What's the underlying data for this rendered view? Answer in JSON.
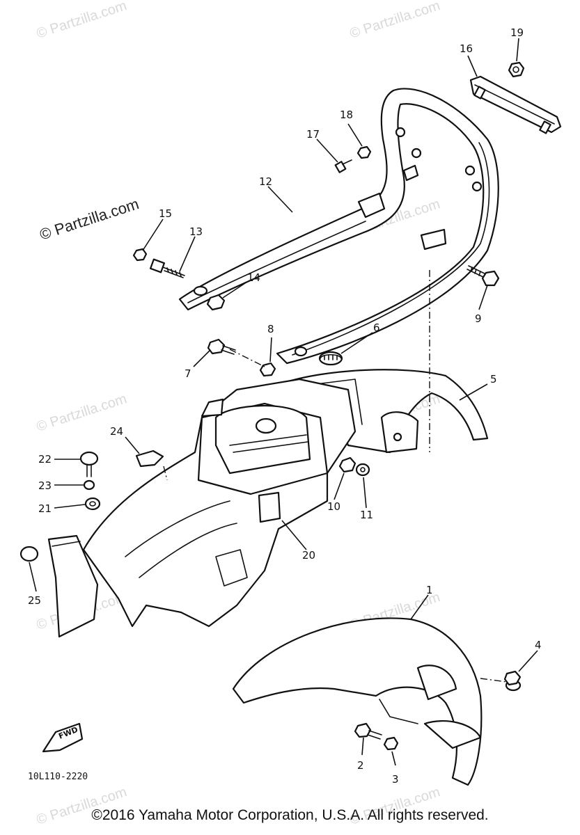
{
  "watermark": {
    "text": "© Partzilla.com",
    "main_text": "© Partzilla.com"
  },
  "diagram_code": "10L110-2220",
  "fwd_label": "FWD",
  "copyright": "©2016  Yamaha Motor Corporation, U.S.A. All rights reserved.",
  "callouts": [
    {
      "id": "c1",
      "label": "1"
    },
    {
      "id": "c2",
      "label": "2"
    },
    {
      "id": "c3",
      "label": "3"
    },
    {
      "id": "c4",
      "label": "4"
    },
    {
      "id": "c5",
      "label": "5"
    },
    {
      "id": "c6",
      "label": "6"
    },
    {
      "id": "c7",
      "label": "7"
    },
    {
      "id": "c8",
      "label": "8"
    },
    {
      "id": "c9",
      "label": "9"
    },
    {
      "id": "c10",
      "label": "10"
    },
    {
      "id": "c11",
      "label": "11"
    },
    {
      "id": "c12",
      "label": "12"
    },
    {
      "id": "c13",
      "label": "13"
    },
    {
      "id": "c14",
      "label": "14"
    },
    {
      "id": "c15",
      "label": "15"
    },
    {
      "id": "c16",
      "label": "16"
    },
    {
      "id": "c17",
      "label": "17"
    },
    {
      "id": "c18",
      "label": "18"
    },
    {
      "id": "c19",
      "label": "19"
    },
    {
      "id": "c20",
      "label": "20"
    },
    {
      "id": "c21",
      "label": "21"
    },
    {
      "id": "c22",
      "label": "22"
    },
    {
      "id": "c23",
      "label": "23"
    },
    {
      "id": "c24",
      "label": "24"
    },
    {
      "id": "c25",
      "label": "25"
    }
  ]
}
